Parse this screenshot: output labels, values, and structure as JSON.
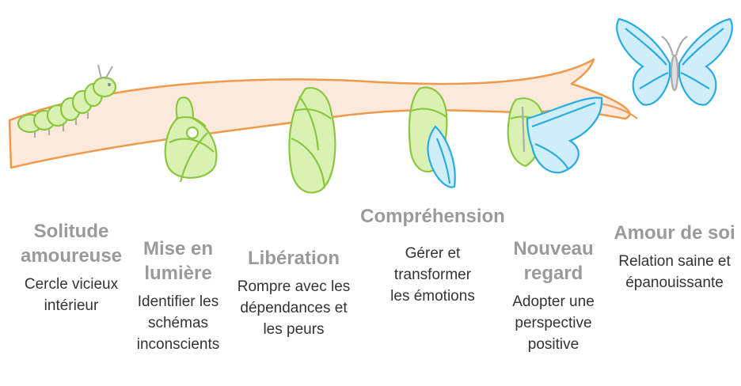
{
  "stages": [
    {
      "title": "Solitude amoureuse",
      "description": "Cercle vicieux intérieur",
      "icon": "caterpillar-icon"
    },
    {
      "title": "Mise en lumière",
      "description": "Identifier les schémas inconscients",
      "icon": "early-chrysalis-icon"
    },
    {
      "title": "Libération",
      "description": "Rompre avec les dépendances et les peurs",
      "icon": "chrysalis-icon"
    },
    {
      "title": "Compréhension",
      "description": "Gérer et transformer les émotions",
      "icon": "opening-chrysalis-icon"
    },
    {
      "title": "Nouveau regard",
      "description": "Adopter une perspective positive",
      "icon": "emerging-butterfly-icon"
    },
    {
      "title": "Amour de soi",
      "description": "Relation saine et épanouissante",
      "icon": "butterfly-icon"
    }
  ],
  "colors": {
    "title": "#9a9a9a",
    "description": "#333333",
    "branch_fill": "#fbe9dc",
    "branch_stroke": "#ef9a4b",
    "green_fill": "#d9f2b4",
    "green_stroke": "#8cc63f",
    "blue_fill": "#cfeefa",
    "blue_stroke": "#29abe2"
  }
}
